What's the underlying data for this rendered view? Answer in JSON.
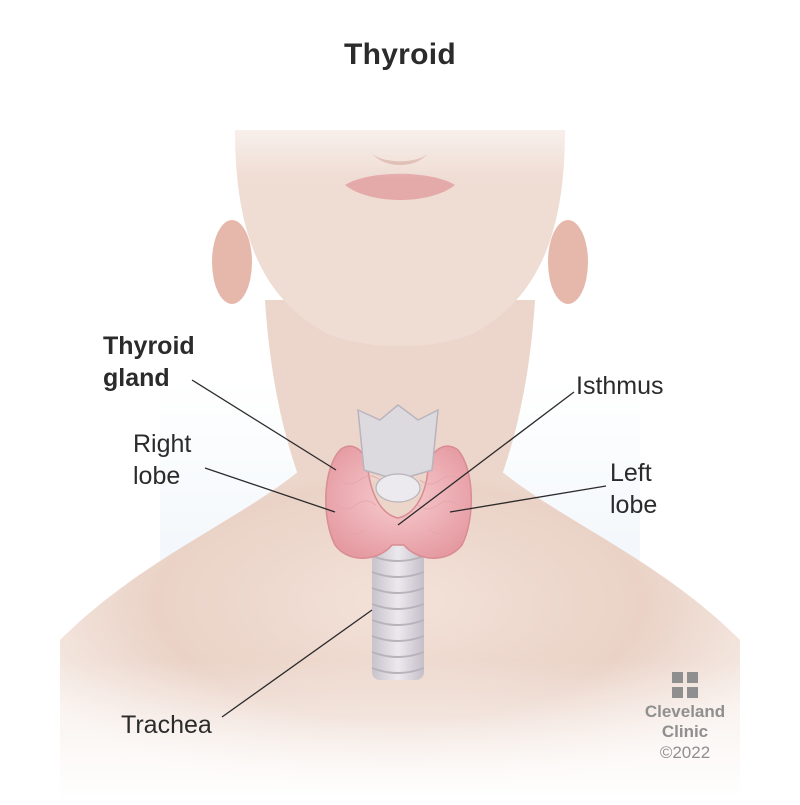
{
  "title": "Thyroid",
  "labels": {
    "thyroid_gland": [
      "Thyroid",
      "gland"
    ],
    "right_lobe": [
      "Right",
      "lobe"
    ],
    "isthmus": "Isthmus",
    "left_lobe": [
      "Left",
      "lobe"
    ],
    "trachea": "Trachea"
  },
  "logo": {
    "name_line1": "Cleveland",
    "name_line2": "Clinic",
    "copyright": "©2022"
  },
  "colors": {
    "skin": "#efd9cf",
    "gland": "#f2b9bd",
    "cartilage": "#d9d6dc",
    "leader_lines": "#2b2b2b",
    "logo_gray": "#8f8f8f"
  }
}
